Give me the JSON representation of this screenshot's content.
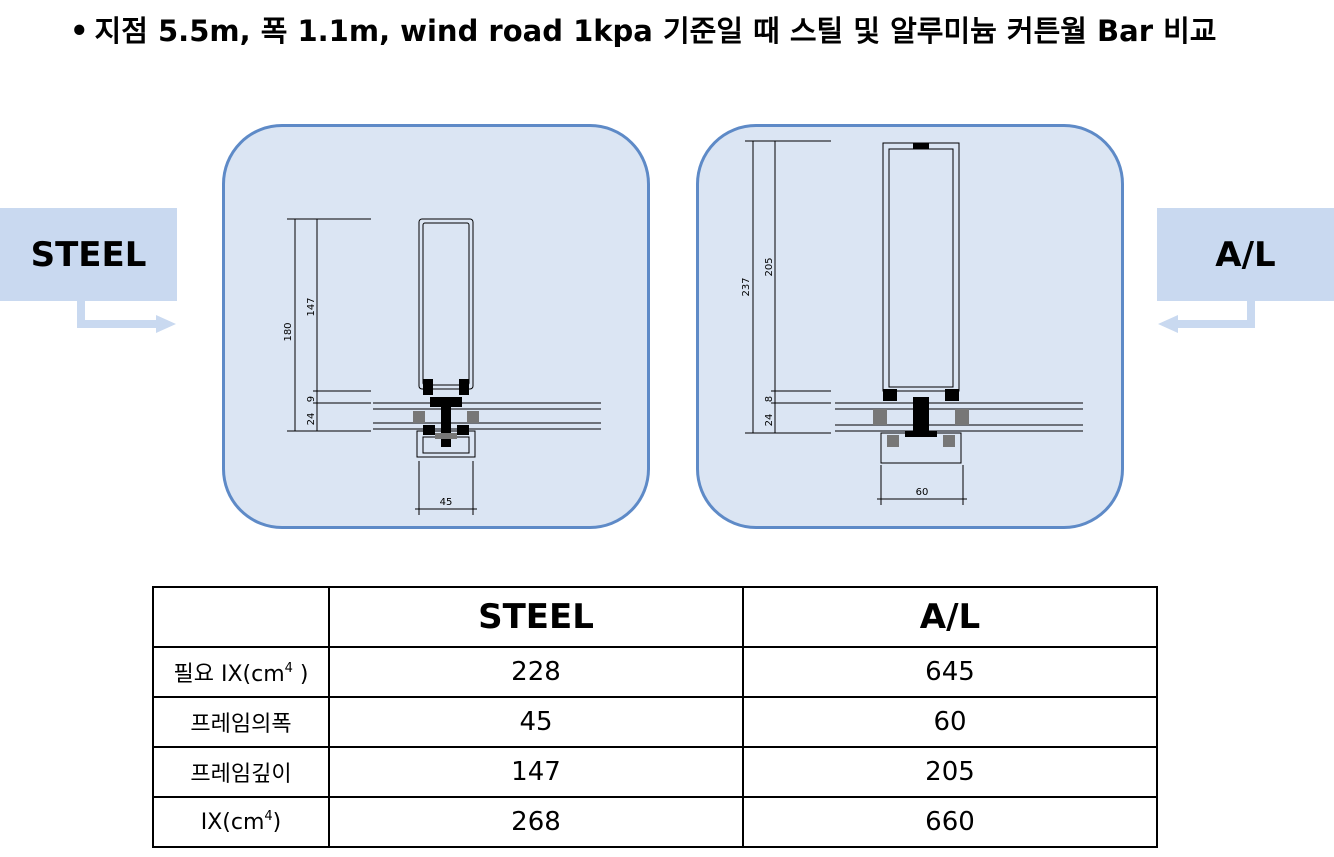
{
  "title": {
    "bullet": "•",
    "text": "지점 5.5m, 폭 1.1m, wind road 1kpa 기준일 때 스틸 및 알루미늄 커튼월 Bar 비교"
  },
  "labels": {
    "steel": "STEEL",
    "al": "A/L"
  },
  "steel_drawing": {
    "dims": {
      "total": "180",
      "frame": "147",
      "d9": "9",
      "d24": "24",
      "width": "45"
    }
  },
  "al_drawing": {
    "dims": {
      "total": "237",
      "frame": "205",
      "d8": "8",
      "d24": "24",
      "width": "60"
    }
  },
  "table": {
    "header": {
      "blank": "",
      "col1": "STEEL",
      "col2": "A/L"
    },
    "rows": [
      {
        "label": "필요 IX(cm",
        "sup": "4",
        "suffix": " )",
        "steel": "228",
        "al": "645"
      },
      {
        "label": "프레임의폭",
        "sup": "",
        "suffix": "",
        "steel": "45",
        "al": "60"
      },
      {
        "label": "프레임깊이",
        "sup": "",
        "suffix": "",
        "steel": "147",
        "al": "205"
      },
      {
        "label": "IX(cm",
        "sup": "4",
        "suffix": ")",
        "steel": "268",
        "al": "660"
      }
    ]
  },
  "colors": {
    "label_bg": "#c9d9f0",
    "panel_bg": "#dbe5f3",
    "panel_border": "#5e8ac7"
  }
}
